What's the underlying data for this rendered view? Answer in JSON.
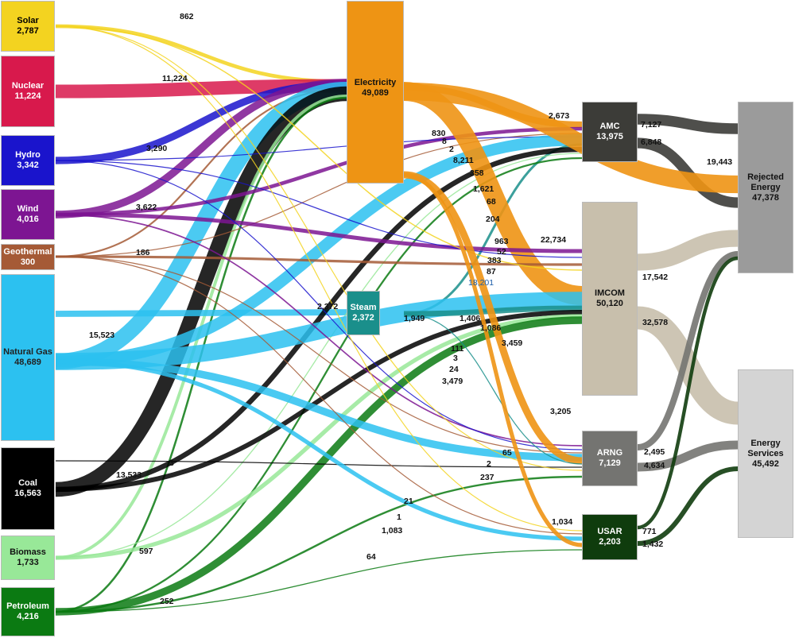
{
  "colors": {
    "solar": "#f3d320",
    "nuclear": "#d8194c",
    "hydro": "#1a14cc",
    "wind": "#7d1592",
    "geothermal": "#a55a36",
    "natural_gas": "#2cc1f0",
    "coal": "#000000",
    "biomass": "#98e898",
    "petroleum": "#0b7a12",
    "electricity": "#ee9414",
    "steam": "#1a8f8b",
    "amc": "#3c3c38",
    "imcom": "#c8bfac",
    "arng": "#747471",
    "usar": "#0f3c0d",
    "rejected": "#9b9b9b",
    "services": "#d4d4d4"
  },
  "nodes": {
    "solar": {
      "name": "Solar",
      "value": "2,787"
    },
    "nuclear": {
      "name": "Nuclear",
      "value": "11,224"
    },
    "hydro": {
      "name": "Hydro",
      "value": "3,342"
    },
    "wind": {
      "name": "Wind",
      "value": "4,016"
    },
    "geothermal": {
      "name": "Geothermal",
      "value": "300"
    },
    "natural_gas": {
      "name": "Natural Gas",
      "value": "48,689"
    },
    "coal": {
      "name": "Coal",
      "value": "16,563"
    },
    "biomass": {
      "name": "Biomass",
      "value": "1,733"
    },
    "petroleum": {
      "name": "Petroleum",
      "value": "4,216"
    },
    "electricity": {
      "name": "Electricity",
      "value": "49,089"
    },
    "steam": {
      "name": "Steam",
      "value": "2,372"
    },
    "amc": {
      "name": "AMC",
      "value": "13,975"
    },
    "imcom": {
      "name": "IMCOM",
      "value": "50,120"
    },
    "arng": {
      "name": "ARNG",
      "value": "7,129"
    },
    "usar": {
      "name": "USAR",
      "value": "2,203"
    },
    "rejected": {
      "name": "Rejected Energy",
      "value": "47,378"
    },
    "services": {
      "name": "Energy Services",
      "value": "45,492"
    }
  },
  "flows": [
    {
      "from": "solar",
      "to": "electricity",
      "value": 862,
      "label": "862"
    },
    {
      "from": "nuclear",
      "to": "electricity",
      "value": 11224,
      "label": "11,224"
    },
    {
      "from": "hydro",
      "to": "electricity",
      "value": 3290,
      "label": "3,290"
    },
    {
      "from": "wind",
      "to": "electricity",
      "value": 3622,
      "label": "3,622"
    },
    {
      "from": "geothermal",
      "to": "electricity",
      "value": 186,
      "label": "186"
    },
    {
      "from": "natural_gas",
      "to": "electricity",
      "value": 15523,
      "label": "15,523"
    },
    {
      "from": "coal",
      "to": "electricity",
      "value": 13533,
      "label": "13,533"
    },
    {
      "from": "biomass",
      "to": "electricity",
      "value": 597,
      "label": "597"
    },
    {
      "from": "petroleum",
      "to": "electricity",
      "value": 252,
      "label": "252"
    },
    {
      "from": "natural_gas",
      "to": "steam",
      "value": 2372,
      "label": "2,372"
    },
    {
      "from": "electricity",
      "to": "amc",
      "value": 2673,
      "label": "2,673"
    },
    {
      "from": "wind",
      "to": "amc",
      "value": 830,
      "label": "830"
    },
    {
      "from": "geothermal",
      "to": "amc",
      "value": 8,
      "label": "8"
    },
    {
      "from": "hydro",
      "to": "amc",
      "value": 2,
      "label": "2"
    },
    {
      "from": "natural_gas",
      "to": "amc",
      "value": 8211,
      "label": "8,211"
    },
    {
      "from": "steam",
      "to": "amc",
      "value": 358,
      "label": "358"
    },
    {
      "from": "coal",
      "to": "amc",
      "value": 1621,
      "label": "1,621"
    },
    {
      "from": "biomass",
      "to": "amc",
      "value": 68,
      "label": "68"
    },
    {
      "from": "petroleum",
      "to": "amc",
      "value": 204,
      "label": "204"
    },
    {
      "from": "electricity",
      "to": "imcom",
      "value": 22734,
      "label": "22,734"
    },
    {
      "from": "wind",
      "to": "imcom",
      "value": 963,
      "label": "963"
    },
    {
      "from": "hydro",
      "to": "imcom",
      "value": 52,
      "label": "52"
    },
    {
      "from": "geothermal",
      "to": "imcom",
      "value": 383,
      "label": "383"
    },
    {
      "from": "solar",
      "to": "imcom",
      "value": 87,
      "label": "87"
    },
    {
      "from": "natural_gas",
      "to": "imcom",
      "value": 18201,
      "label": "18,201"
    },
    {
      "from": "steam",
      "to": "imcom",
      "value": 1949,
      "label": "1,949"
    },
    {
      "from": "coal",
      "to": "imcom",
      "value": 1406,
      "label": "1,406"
    },
    {
      "from": "biomass",
      "to": "imcom",
      "value": 1086,
      "label": "1,086"
    },
    {
      "from": "petroleum",
      "to": "imcom",
      "value": 3459,
      "label": "3,459"
    },
    {
      "from": "wind",
      "to": "arng",
      "value": 111,
      "label": "111"
    },
    {
      "from": "hydro",
      "to": "arng",
      "value": 3,
      "label": "3"
    },
    {
      "from": "geothermal",
      "to": "arng",
      "value": 24,
      "label": "24"
    },
    {
      "from": "natural_gas",
      "to": "arng",
      "value": 3479,
      "label": "3,479"
    },
    {
      "from": "electricity",
      "to": "arng",
      "value": 3205,
      "label": "3,205"
    },
    {
      "from": "steam",
      "to": "arng",
      "value": 65,
      "label": "65"
    },
    {
      "from": "coal",
      "to": "arng",
      "value": 3,
      "label": "3"
    },
    {
      "from": "solar",
      "to": "arng",
      "value": 2,
      "label": "2"
    },
    {
      "from": "petroleum",
      "to": "arng",
      "value": 237,
      "label": "237"
    },
    {
      "from": "solar",
      "to": "usar",
      "value": 21,
      "label": "21"
    },
    {
      "from": "geothermal",
      "to": "usar",
      "value": 1,
      "label": "1"
    },
    {
      "from": "natural_gas",
      "to": "usar",
      "value": 1083,
      "label": "1,083"
    },
    {
      "from": "electricity",
      "to": "usar",
      "value": 1034,
      "label": "1,034"
    },
    {
      "from": "petroleum",
      "to": "usar",
      "value": 64,
      "label": "64"
    },
    {
      "from": "amc",
      "to": "rejected",
      "value": 7127,
      "label": "7,127"
    },
    {
      "from": "amc",
      "to": "services",
      "value": 6848,
      "label": "6,848"
    },
    {
      "from": "electricity",
      "to": "rejected",
      "value": 19443,
      "label": "19,443"
    },
    {
      "from": "imcom",
      "to": "rejected",
      "value": 17542,
      "label": "17,542"
    },
    {
      "from": "imcom",
      "to": "services",
      "value": 32578,
      "label": "32,578"
    },
    {
      "from": "arng",
      "to": "rejected",
      "value": 2495,
      "label": "2,495"
    },
    {
      "from": "arng",
      "to": "services",
      "value": 4634,
      "label": "4,634"
    },
    {
      "from": "usar",
      "to": "rejected",
      "value": 771,
      "label": "771"
    },
    {
      "from": "usar",
      "to": "services",
      "value": 1432,
      "label": "1,432"
    }
  ]
}
